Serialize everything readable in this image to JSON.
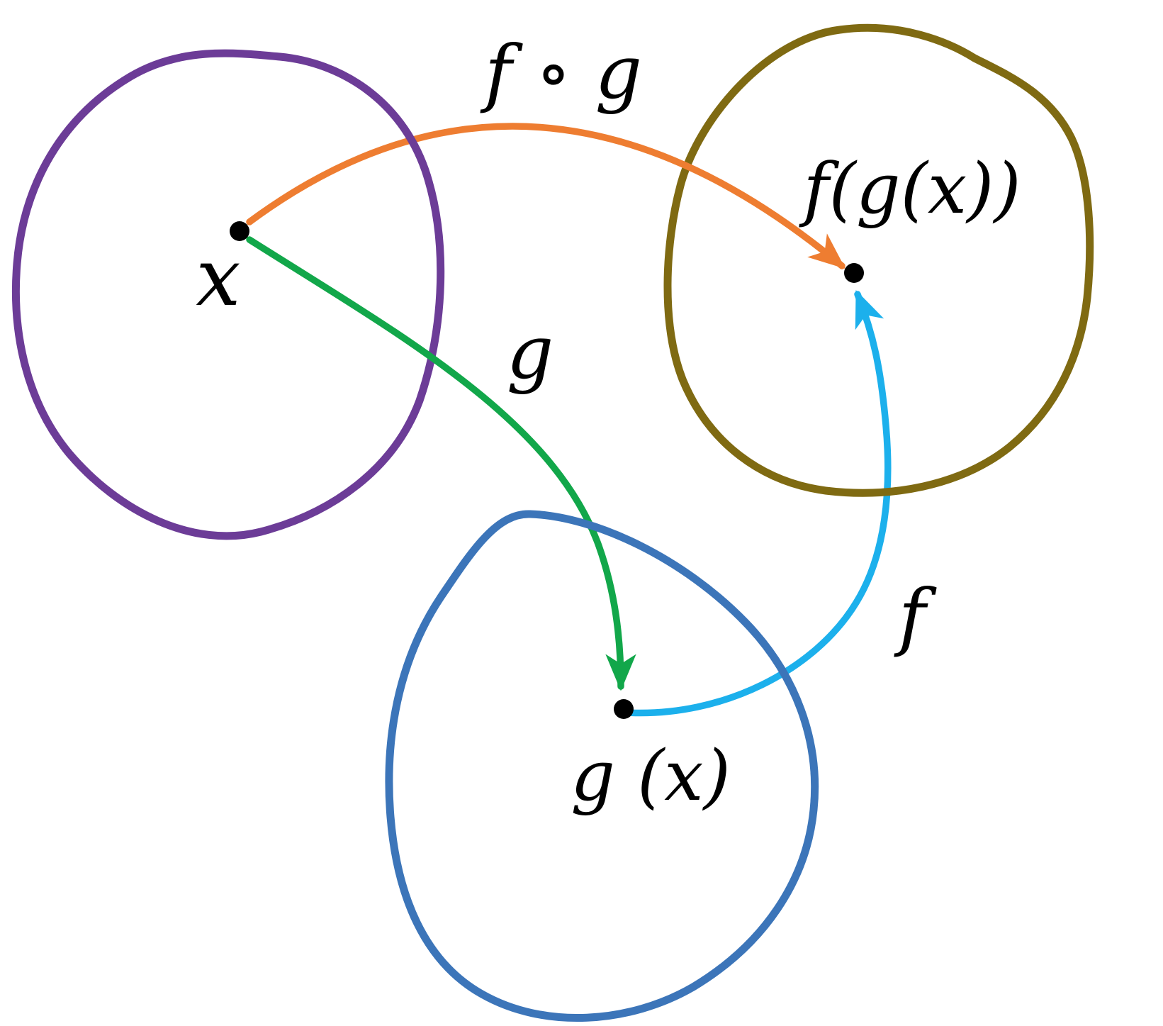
{
  "diagram": {
    "kind": "function-composition",
    "labels": {
      "composition": "f ∘ g",
      "x": "x",
      "g": "g",
      "f": "f",
      "gx": "g (x)",
      "fgx": "f(g(x))"
    },
    "colors": {
      "background": "#ffffff",
      "text": "#000000",
      "point": "#000000",
      "domain_set": "#6C3C97",
      "intermediate_set": "#3C75B9",
      "codomain_set": "#7F6A12",
      "composition_arrow": "#EE7D31",
      "g_arrow": "#12A74A",
      "f_arrow": "#1CB0EC"
    },
    "points": [
      {
        "name": "x",
        "label": "x"
      },
      {
        "name": "g(x)",
        "label": "g (x)"
      },
      {
        "name": "f(g(x))",
        "label": "f(g(x))"
      }
    ],
    "arrows": [
      {
        "name": "f∘g",
        "from": "x",
        "to": "f(g(x))",
        "label": "f ∘ g"
      },
      {
        "name": "g",
        "from": "x",
        "to": "g(x)",
        "label": "g"
      },
      {
        "name": "f",
        "from": "g(x)",
        "to": "f(g(x))",
        "label": "f"
      }
    ]
  }
}
